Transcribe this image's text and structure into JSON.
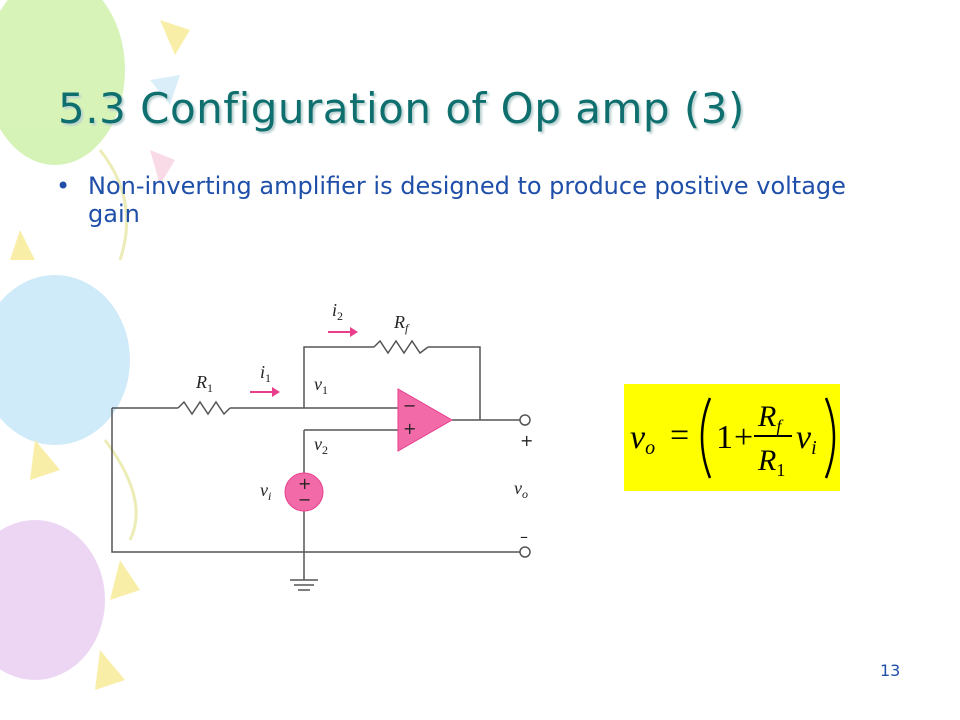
{
  "slide": {
    "title": "5.3 Configuration of Op amp (3)",
    "bullet_marker": "•",
    "bullet_text": "Non-inverting amplifier is designed to produce positive voltage gain",
    "page_number": "13"
  },
  "circuit": {
    "labels": {
      "i2": "i",
      "i2_sub": "2",
      "rf": "R",
      "rf_sub": "f",
      "r1": "R",
      "r1_sub": "1",
      "i1": "i",
      "i1_sub": "1",
      "v1": "v",
      "v1_sub": "1",
      "v2": "v",
      "v2_sub": "2",
      "vi": "v",
      "vi_sub": "i",
      "vo": "v",
      "vo_sub": "o",
      "minus_input": "−",
      "plus_input": "+",
      "source_plus": "+",
      "source_minus": "−",
      "out_plus": "+",
      "out_minus": "–"
    },
    "colors": {
      "wire": "#555555",
      "accent": "#e83e8c",
      "opamp_fill": "#f26aa8"
    }
  },
  "formula": {
    "lhs_var": "v",
    "lhs_sub": "o",
    "equals": "=",
    "one": "1",
    "plus": "+",
    "num_var": "R",
    "num_sub": "f",
    "den_var": "R",
    "den_sub": "1",
    "rhs_var": "v",
    "rhs_sub": "i",
    "background": "#ffff00"
  }
}
